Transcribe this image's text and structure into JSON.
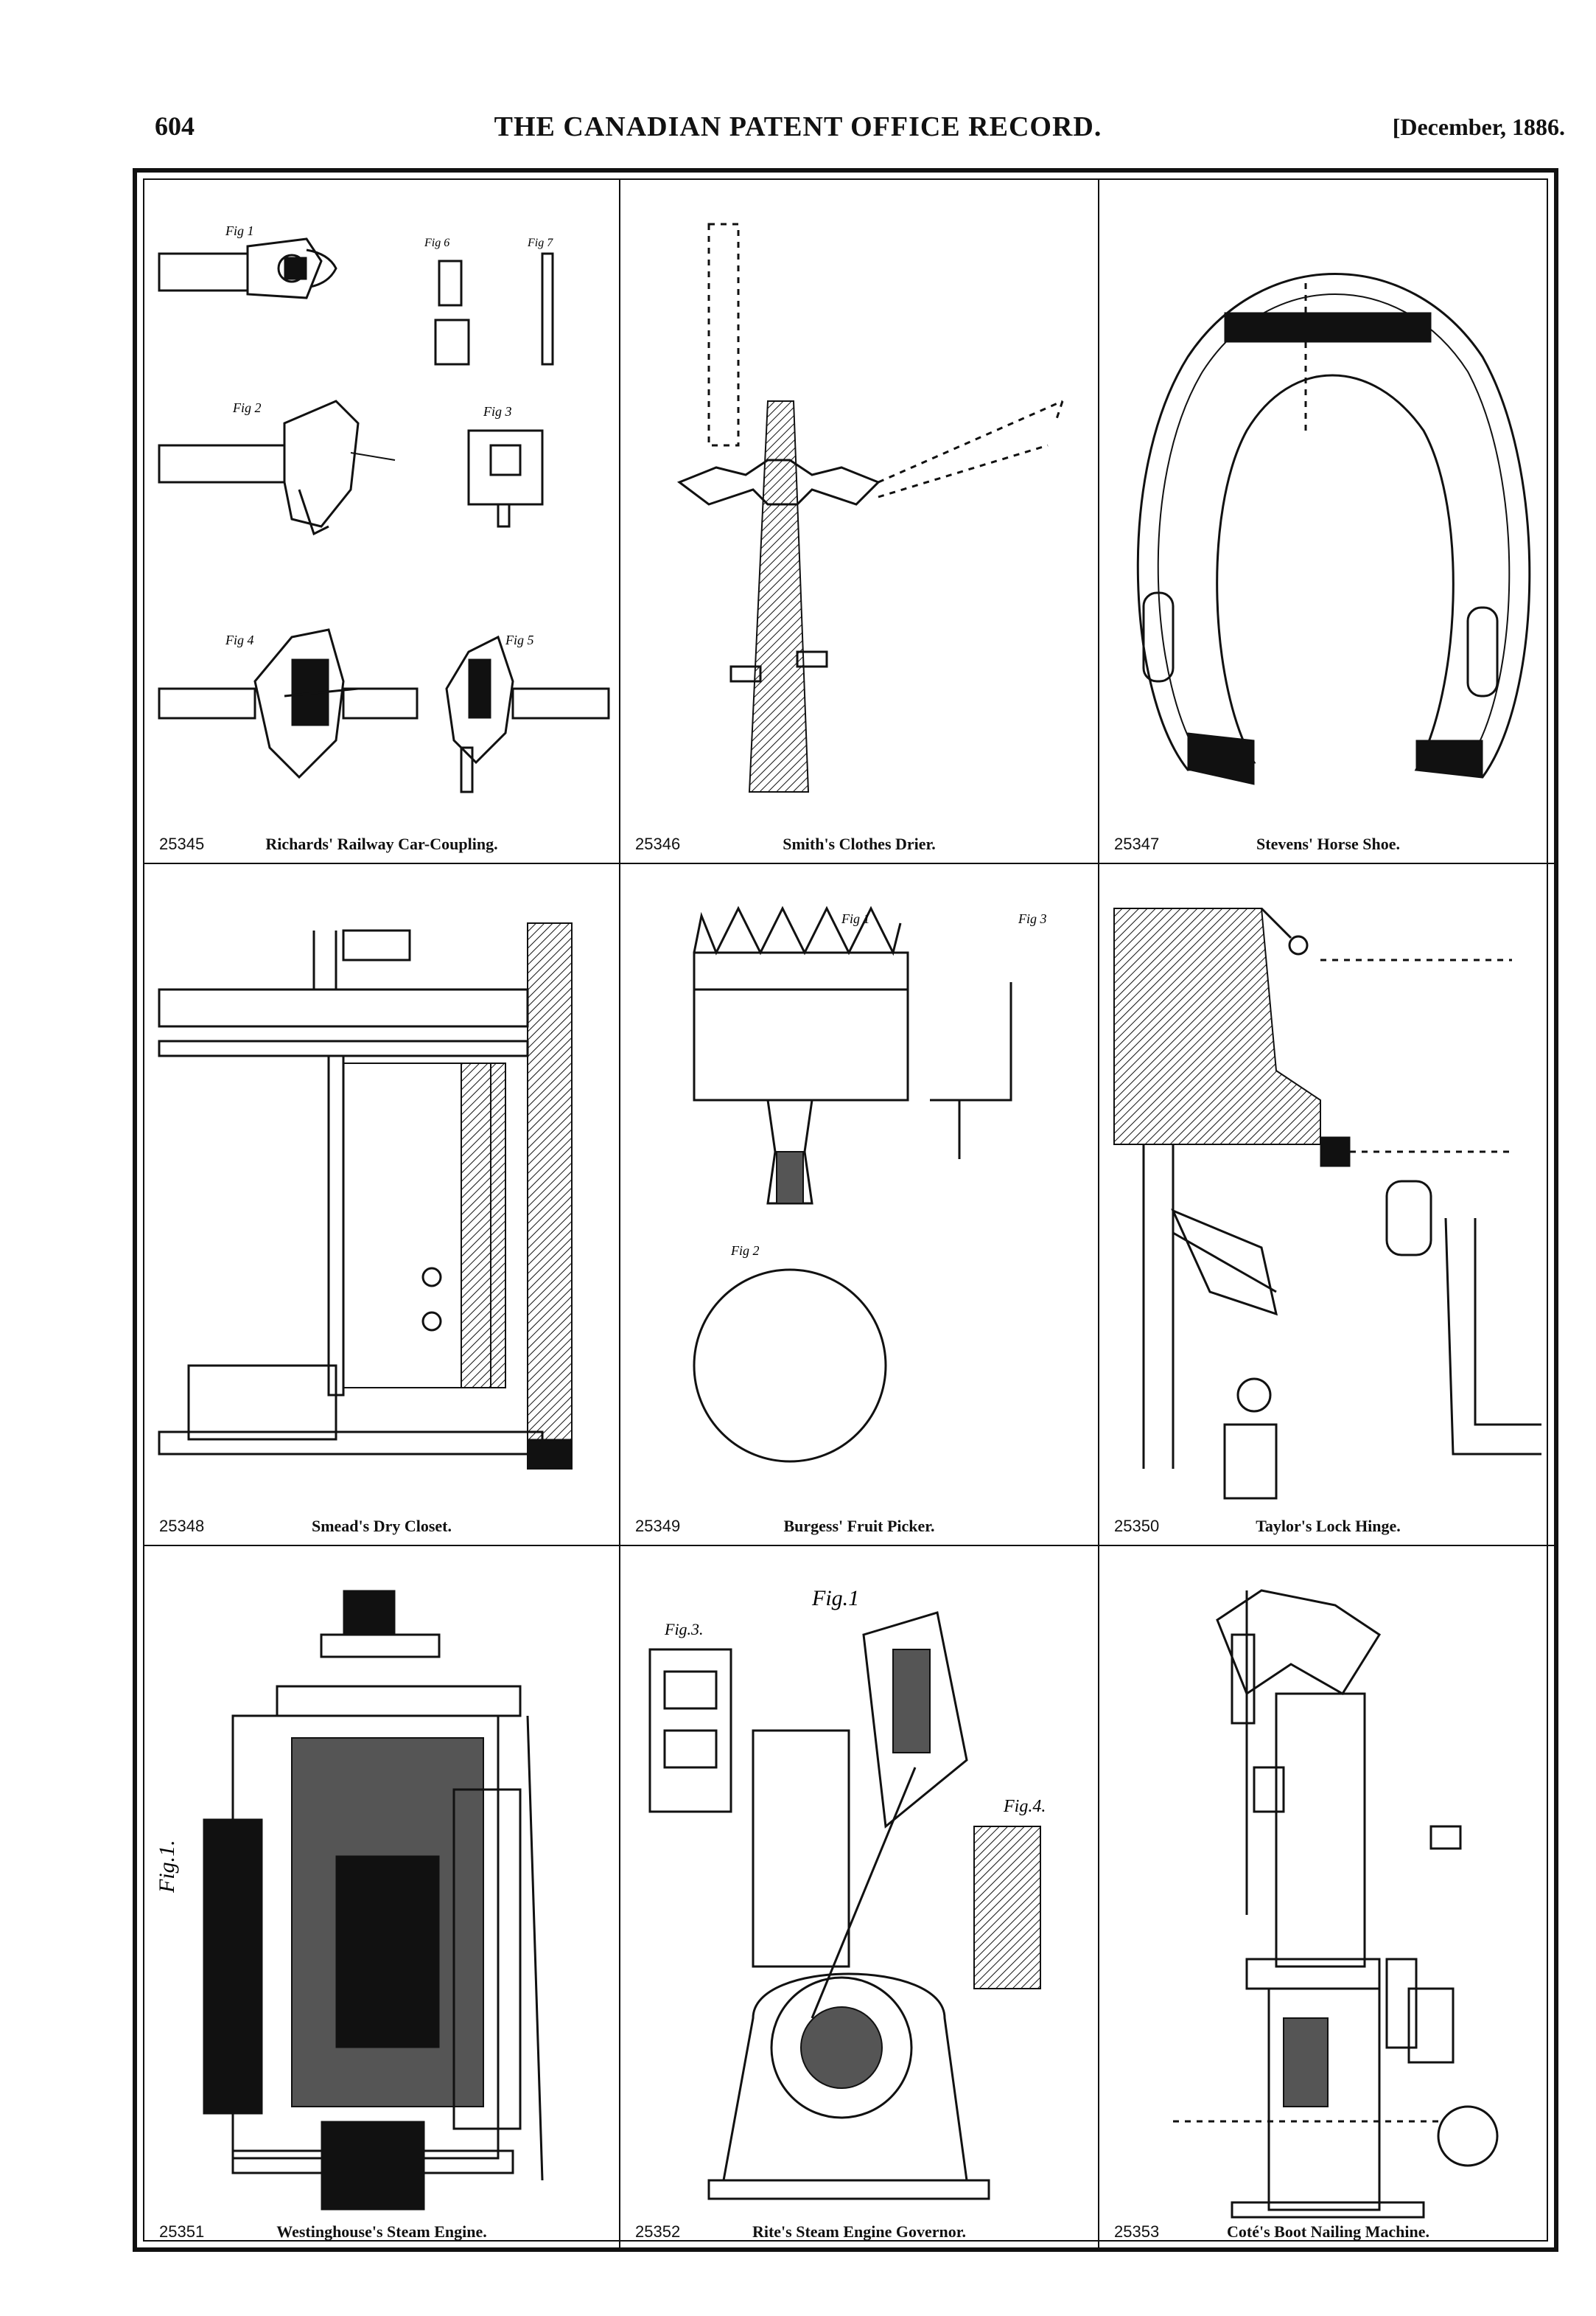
{
  "header": {
    "page_number": "604",
    "title": "THE CANADIAN PATENT OFFICE RECORD.",
    "date": "[December, 1886."
  },
  "patents": [
    {
      "number": "25345",
      "title": "Richards' Railway Car-Coupling."
    },
    {
      "number": "25346",
      "title": "Smith's Clothes Drier."
    },
    {
      "number": "25347",
      "title": "Stevens' Horse Shoe."
    },
    {
      "number": "25348",
      "title": "Smead's Dry Closet."
    },
    {
      "number": "25349",
      "title": "Burgess' Fruit Picker."
    },
    {
      "number": "25350",
      "title": "Taylor's Lock Hinge."
    },
    {
      "number": "25351",
      "title": "Westinghouse's Steam Engine."
    },
    {
      "number": "25352",
      "title": "Rite's Steam Engine Governor."
    },
    {
      "number": "25353",
      "title": "Coté's Boot Nailing Machine."
    }
  ],
  "figure_labels": {
    "fig1": "Fig 1",
    "fig2": "Fig 2",
    "fig3": "Fig 3",
    "fig4": "Fig 4",
    "fig5": "Fig 5",
    "fig6": "Fig 6",
    "fig7": "Fig 7",
    "fig1_script": "Fig.1.",
    "fig1_italic": "Fig.1",
    "fig3_italic": "Fig.3.",
    "fig4_italic": "Fig.4."
  }
}
